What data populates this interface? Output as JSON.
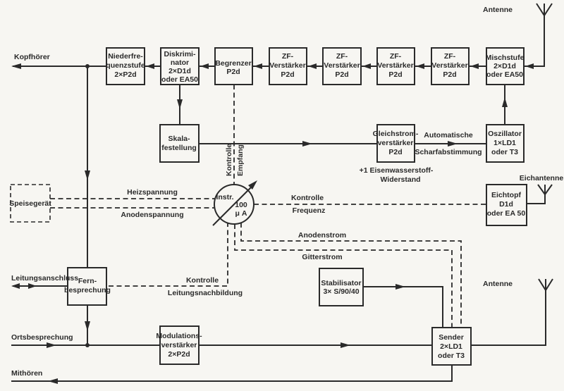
{
  "diagram": {
    "title": "Blockschaltbild Sende-Empfangsgerät",
    "blocks": {
      "niederfrequenzstufe": [
        "Niederfre-",
        "quenzstufe",
        "2×P2d"
      ],
      "diskriminator": [
        "Diskrimi-",
        "nator",
        "2×D1d",
        "oder EA50"
      ],
      "begrenzer": [
        "Begrenzer",
        "P2d"
      ],
      "zf1": [
        "ZF-",
        "Verstärker",
        "P2d"
      ],
      "zf2": [
        "ZF-",
        "Verstärker",
        "P2d"
      ],
      "zf3": [
        "ZF-",
        "Verstärker",
        "P2d"
      ],
      "zf4": [
        "ZF-",
        "Verstärker",
        "P2d"
      ],
      "mischstufe": [
        "Mischstufe",
        "2×D1d",
        "oder EA50"
      ],
      "skalafestellung": [
        "Skala-",
        "festellung"
      ],
      "gleichstromverstaerker": [
        "Gleichstrom-",
        "verstärker",
        "P2d"
      ],
      "oszillator": [
        "Oszillator",
        "1×LD1",
        "oder T3"
      ],
      "speisegeraet": [
        "Speisegerät"
      ],
      "instrument": [
        "Instr.",
        "100",
        "μ A"
      ],
      "eichtopf": [
        "Eichtopf",
        "D1d",
        "oder EA 50"
      ],
      "fernbesprechung": [
        "Fern-",
        "besprechung"
      ],
      "stabilisator": [
        "Stabilisator",
        "3× S/90/40"
      ],
      "modulationsverstaerker": [
        "Modulations-",
        "verstärker",
        "2×P2d"
      ],
      "sender": [
        "Sender",
        "2×LD1",
        "oder T3"
      ]
    },
    "labels": {
      "antenne_top": "Antenne",
      "kopfhoerer": "Kopfhörer",
      "kontrolle_empfang_1": "Kontrolle",
      "kontrolle_empfang_2": "Empfang",
      "automatische": "Automatische",
      "scharfabstimmung": "Scharfabstimmung",
      "eisenwasserstoff_1": "+1 Eisenwasserstoff-",
      "eisenwasserstoff_2": "Widerstand",
      "eichantenne": "Eichantenne",
      "heizspannung": "Heizspannung",
      "anodenspannung": "Anodenspannung",
      "kontrolle_frequenz_1": "Kontrolle",
      "kontrolle_frequenz_2": "Frequenz",
      "anodenstrom": "Anodenstrom",
      "gitterstrom": "Gitterstrom",
      "leitungsanschluss": "Leitungsanschluss",
      "kontrolle_leitung_1": "Kontrolle",
      "kontrolle_leitung_2": "Leitungsnachbildung",
      "antenne_bottom": "Antenne",
      "ortsbesprechung": "Ortsbesprechung",
      "mithoeren": "Mithören"
    }
  }
}
